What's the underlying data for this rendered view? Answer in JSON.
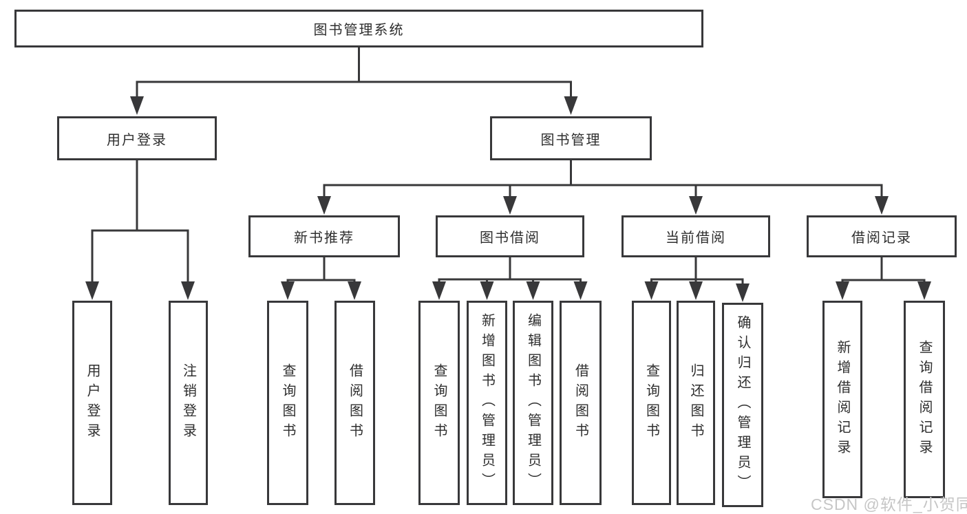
{
  "diagram": {
    "title": "图书管理系统",
    "colors": {
      "line": "#38383a",
      "text": "#2e2e2e",
      "background": "#ffffff",
      "watermark": "#c6c6c6"
    },
    "root": {
      "label": "图书管理系统",
      "children": [
        {
          "label": "用户登录",
          "children": [
            {
              "label": "用户登录"
            },
            {
              "label": "注销登录"
            }
          ]
        },
        {
          "label": "图书管理",
          "children": [
            {
              "label": "新书推荐",
              "children": [
                {
                  "label": "查询图书"
                },
                {
                  "label": "借阅图书"
                }
              ]
            },
            {
              "label": "图书借阅",
              "children": [
                {
                  "label": "查询图书"
                },
                {
                  "label": "新增图书（管理员）"
                },
                {
                  "label": "编辑图书（管理员）"
                },
                {
                  "label": "借阅图书"
                }
              ]
            },
            {
              "label": "当前借阅",
              "children": [
                {
                  "label": "查询图书"
                },
                {
                  "label": "归还图书"
                },
                {
                  "label": "确认归还（管理员）"
                }
              ]
            },
            {
              "label": "借阅记录",
              "children": [
                {
                  "label": "新增借阅记录"
                },
                {
                  "label": "查询借阅记录"
                }
              ]
            }
          ]
        }
      ]
    }
  },
  "watermark": {
    "text": "CSDN @软件_小贺同学"
  }
}
